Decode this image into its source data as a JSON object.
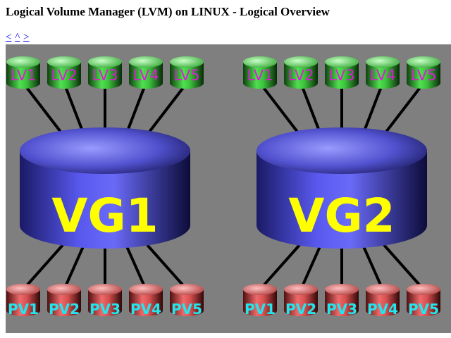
{
  "page": {
    "title": "Logical Volume Manager (LVM) on LINUX - Logical Overview"
  },
  "nav": [
    {
      "label": "<",
      "name": "nav-prev-link"
    },
    {
      "label": "^",
      "name": "nav-up-link"
    },
    {
      "label": ">",
      "name": "nav-next-link"
    }
  ],
  "diagram": {
    "background_color": "#7f7f7f",
    "groups": [
      {
        "label": "VG1",
        "logical_volumes": [
          "LV1",
          "LV2",
          "LV3",
          "LV4",
          "LV5"
        ],
        "physical_volumes": [
          "PV1",
          "PV2",
          "PV3",
          "PV4",
          "PV5"
        ]
      },
      {
        "label": "VG2",
        "logical_volumes": [
          "LV1",
          "LV2",
          "LV3",
          "LV4",
          "LV5"
        ],
        "physical_volumes": [
          "PV1",
          "PV2",
          "PV3",
          "PV4",
          "PV5"
        ]
      }
    ],
    "colors": {
      "lv_label": "#e01cd8",
      "pv_label": "#22e6ee",
      "vg_label": "#ffff00",
      "lv_cylinder": "#3cc23c",
      "pv_cylinder": "#d85050",
      "vg_cylinder": "#5050d8"
    }
  }
}
